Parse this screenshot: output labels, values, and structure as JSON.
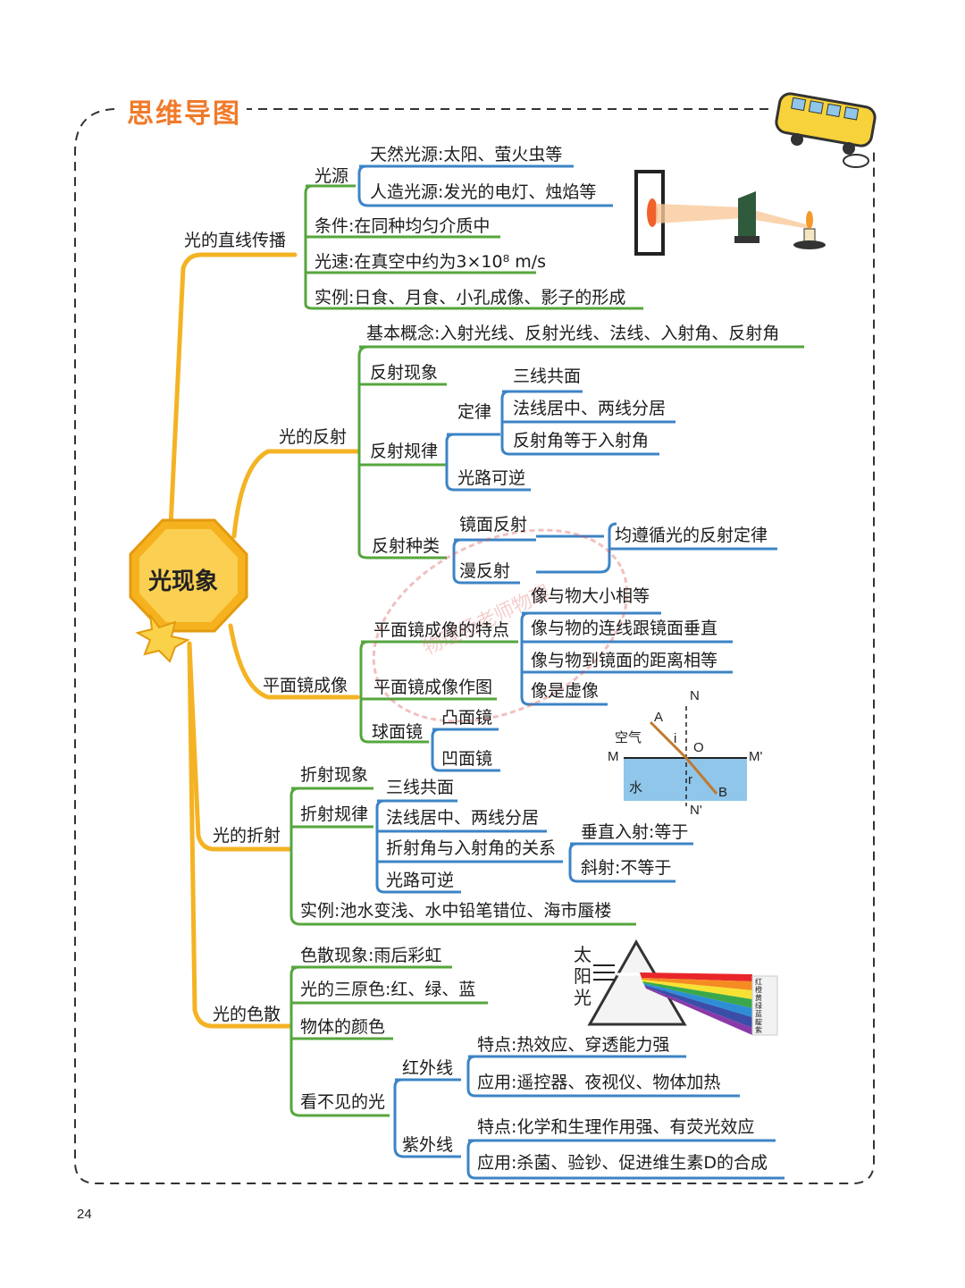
{
  "header": {
    "title": "思维导图",
    "page_number": "24"
  },
  "watermark": "物理杨老师物理",
  "center": "光现象",
  "branches": {
    "straight": {
      "label": "光的直线传播",
      "source": "光源",
      "natural": "天然光源:太阳、萤火虫等",
      "artificial": "人造光源:发光的电灯、烛焰等",
      "condition": "条件:在同种均匀介质中",
      "speed": "光速:在真空中约为3×10⁸ m/s",
      "examples": "实例:日食、月食、小孔成像、影子的形成"
    },
    "reflection": {
      "label": "光的反射",
      "concepts": "基本概念:入射光线、反射光线、法线、入射角、反射角",
      "phenomenon": "反射现象",
      "law": "反射规律",
      "rule": "定律",
      "coplanar": "三线共面",
      "normal": "法线居中、两线分居",
      "angle": "反射角等于入射角",
      "reversible": "光路可逆",
      "types": "反射种类",
      "specular": "镜面反射",
      "diffuse": "漫反射",
      "both_obey": "均遵循光的反射定律"
    },
    "mirror": {
      "label": "平面镜成像",
      "features": "平面镜成像的特点",
      "f1": "像与物大小相等",
      "f2": "像与物的连线跟镜面垂直",
      "f3": "像与物到镜面的距离相等",
      "f4": "像是虚像",
      "drawing": "平面镜成像作图",
      "spherical": "球面镜",
      "convex": "凸面镜",
      "concave": "凹面镜"
    },
    "refraction": {
      "label": "光的折射",
      "phenomenon": "折射现象",
      "law": "折射规律",
      "coplanar": "三线共面",
      "normal": "法线居中、两线分居",
      "relation": "折射角与入射角的关系",
      "perpendicular": "垂直入射:等于",
      "oblique": "斜射:不等于",
      "reversible": "光路可逆",
      "examples": "实例:池水变浅、水中铅笔错位、海市蜃楼"
    },
    "dispersion": {
      "label": "光的色散",
      "phenomenon": "色散现象:雨后彩虹",
      "primary": "光的三原色:红、绿、蓝",
      "color": "物体的颜色",
      "invisible": "看不见的光",
      "infrared": "红外线",
      "ir_feature": "特点:热效应、穿透能力强",
      "ir_use": "应用:遥控器、夜视仪、物体加热",
      "ultraviolet": "紫外线",
      "uv_feature": "特点:化学和生理作用强、有荧光效应",
      "uv_use": "应用:杀菌、验钞、促进维生素D的合成"
    }
  },
  "refraction_figure": {
    "N": "N",
    "N2": "N'",
    "M": "M",
    "M2": "M'",
    "A": "A",
    "B": "B",
    "O": "O",
    "i": "i",
    "r": "r",
    "air": "空气",
    "water": "水"
  },
  "prism_figure": {
    "sun": "太阳光",
    "spectrum": "红橙黄绿蓝靛紫"
  },
  "colors": {
    "title": "#f07a2a",
    "trunk": "#f4b324",
    "green": "#56a63e",
    "blue": "#3c84c6",
    "water": "#8fc6ea"
  }
}
